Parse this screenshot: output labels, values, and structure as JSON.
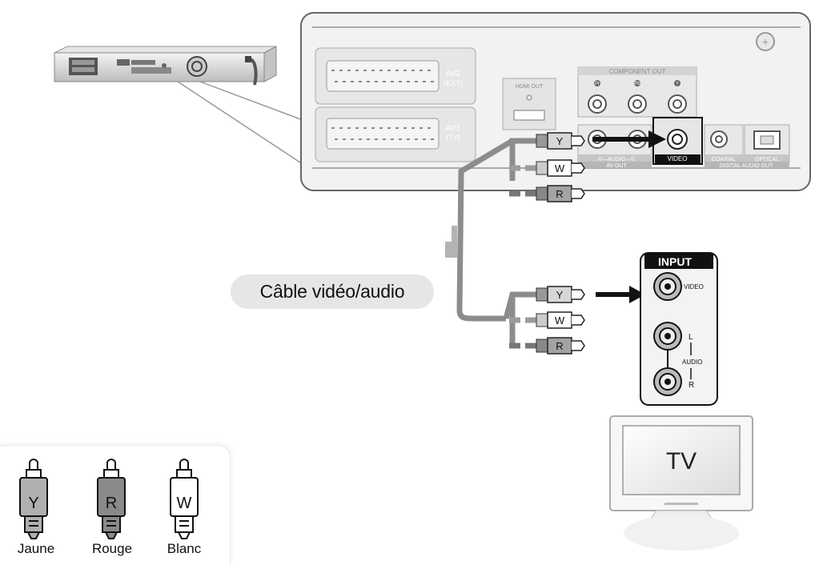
{
  "recorder_panel": {
    "scart_av2": "AV2",
    "scart_av2_sub": "(EXT)",
    "scart_av1": "AV1",
    "scart_av1_sub": "(TV)",
    "hdmi_out": "HDMI OUT",
    "component_out": "COMPONENT OUT",
    "component_jacks": [
      "Pr",
      "Pb",
      "Y"
    ],
    "audio_label": "®—AUDIO—©",
    "video_label": "VIDEO",
    "av_out": "AV OUT",
    "coaxial": "COAXIAL",
    "optical": "OPTICAL",
    "digital_audio_out": "DIGITAL AUDIO OUT"
  },
  "plug_letters": {
    "top": [
      "Y",
      "W",
      "R"
    ],
    "bottom": [
      "Y",
      "W",
      "R"
    ]
  },
  "cable_label": "Câble vidéo/audio",
  "tv_panel": {
    "title": "INPUT",
    "video": "VIDEO",
    "l": "L",
    "audio": "AUDIO",
    "r": "R"
  },
  "tv": {
    "label": "TV"
  },
  "legend": [
    {
      "letter": "Y",
      "name": "Jaune",
      "color": "#b0b0b0"
    },
    {
      "letter": "R",
      "name": "Rouge",
      "color": "#8a8a8a"
    },
    {
      "letter": "W",
      "name": "Blanc",
      "color": "#ffffff"
    }
  ],
  "colors": {
    "panel": "#efefef",
    "cable_y": "#8c8c8c",
    "cable_w": "#bdbdbd",
    "cable_r": "#777777"
  }
}
